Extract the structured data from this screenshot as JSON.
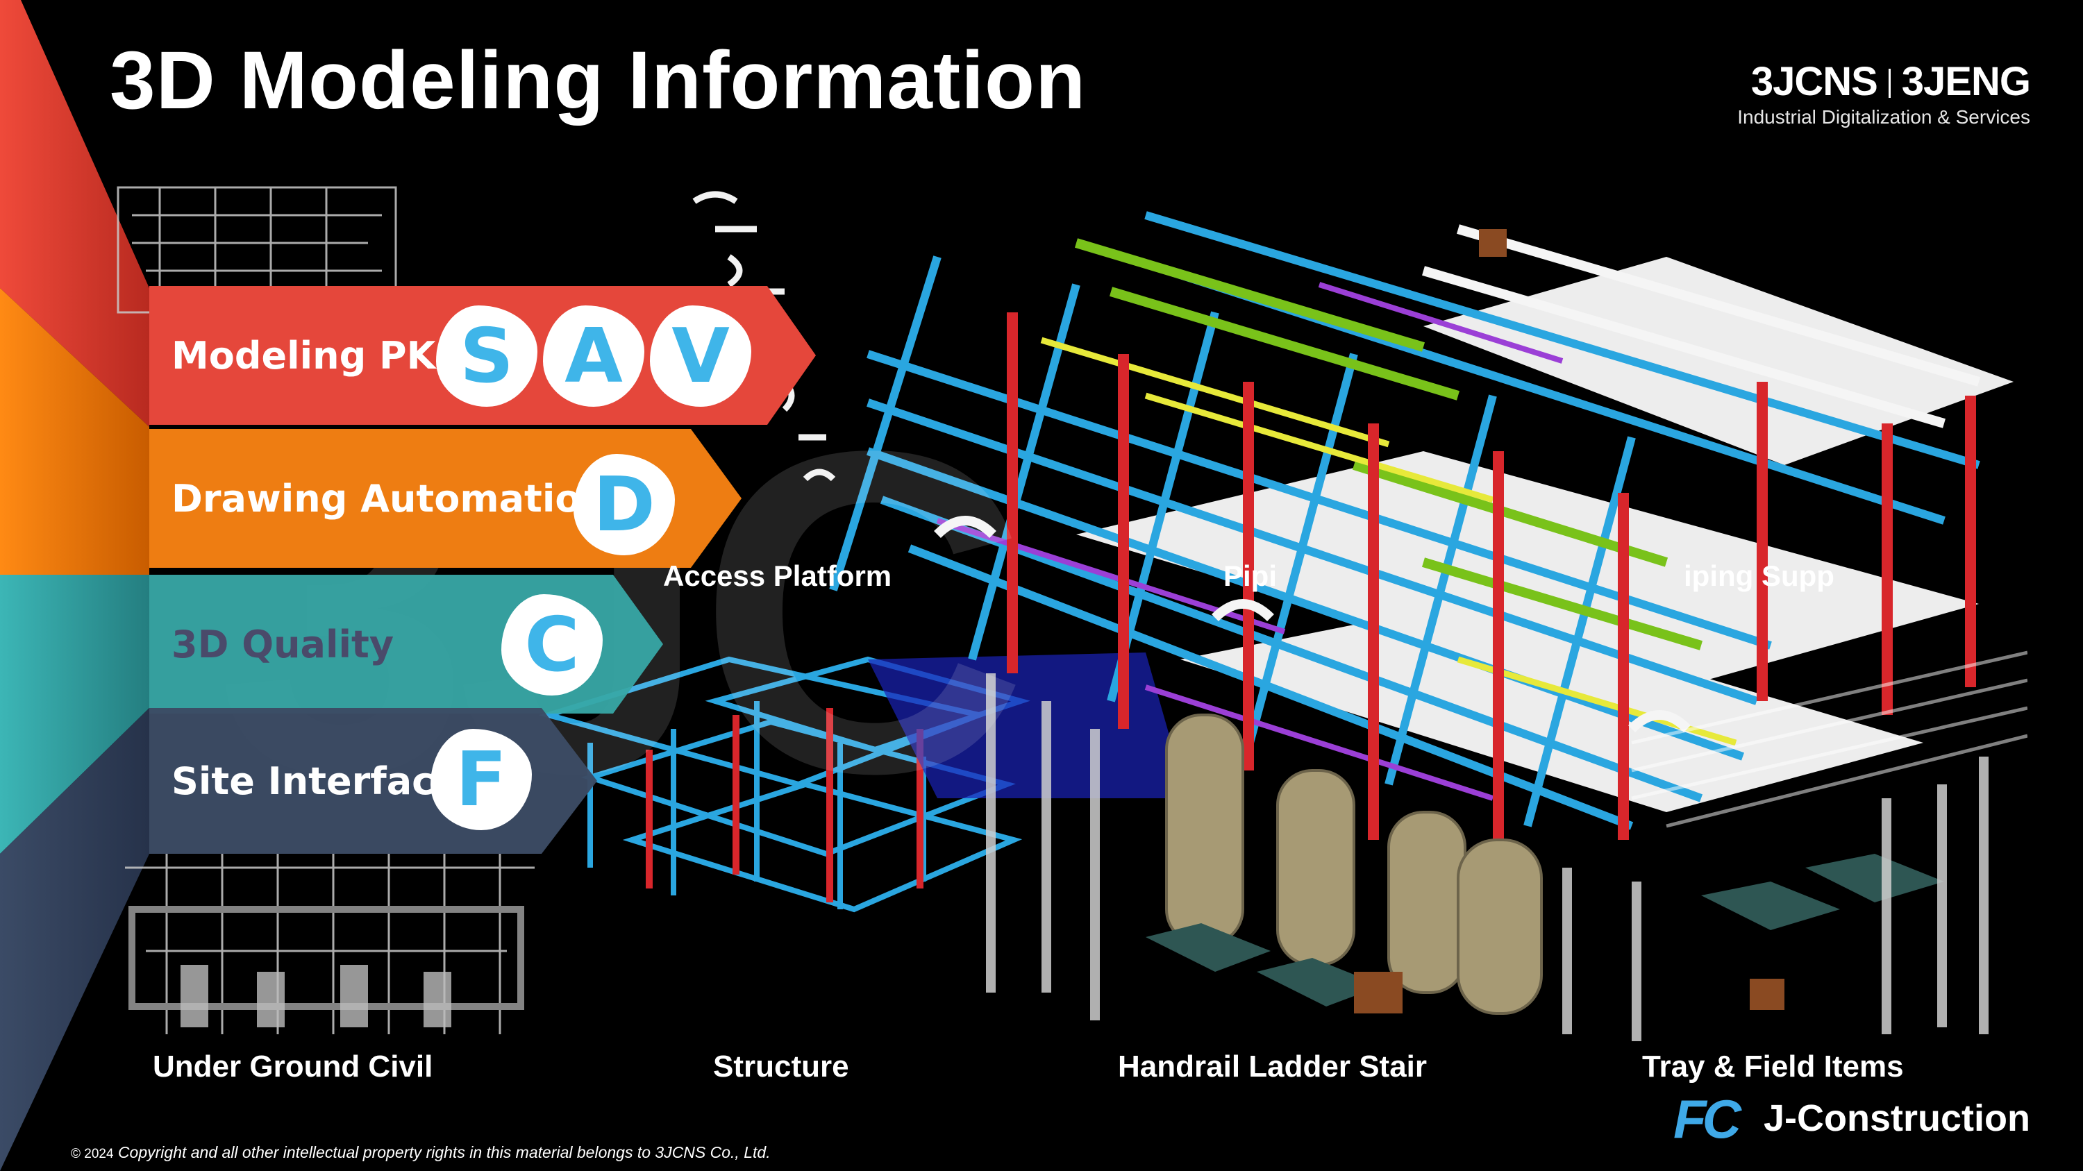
{
  "header": {
    "title": "3D Modeling Information"
  },
  "logo": {
    "left": "3JCNS",
    "right": "3JENG",
    "tagline": "Industrial Digitalization & Services"
  },
  "chevrons": [
    {
      "label": "Modeling PKG",
      "color": "#e5473b",
      "badges": [
        "S",
        "A",
        "V"
      ]
    },
    {
      "label": "Drawing Automation",
      "color": "#ee7d12",
      "badges": [
        "D"
      ]
    },
    {
      "label": "3D Quality",
      "color": "#38a8a7",
      "badges": [
        "C"
      ]
    },
    {
      "label": "Site Interface",
      "color": "#3c4b64",
      "badges": [
        "F"
      ]
    }
  ],
  "overlay_labels": [
    "Access Platform",
    "Pipi",
    "iping Supp"
  ],
  "captions": [
    "Under Ground Civil",
    "Structure",
    "Handrail Ladder Stair",
    "Tray & Field Items"
  ],
  "footer": {
    "copyright_year": "© 2024",
    "copyright": "Copyright and all other intellectual property rights in this material belongs to 3JCNS Co., Ltd.",
    "brand": "J-Construction",
    "brand_mark": "FC"
  },
  "colors": {
    "background": "#000000",
    "badge_letter": "#3fb5e9",
    "steel_blue": "#2aa6e0",
    "steel_red": "#d8262b"
  }
}
